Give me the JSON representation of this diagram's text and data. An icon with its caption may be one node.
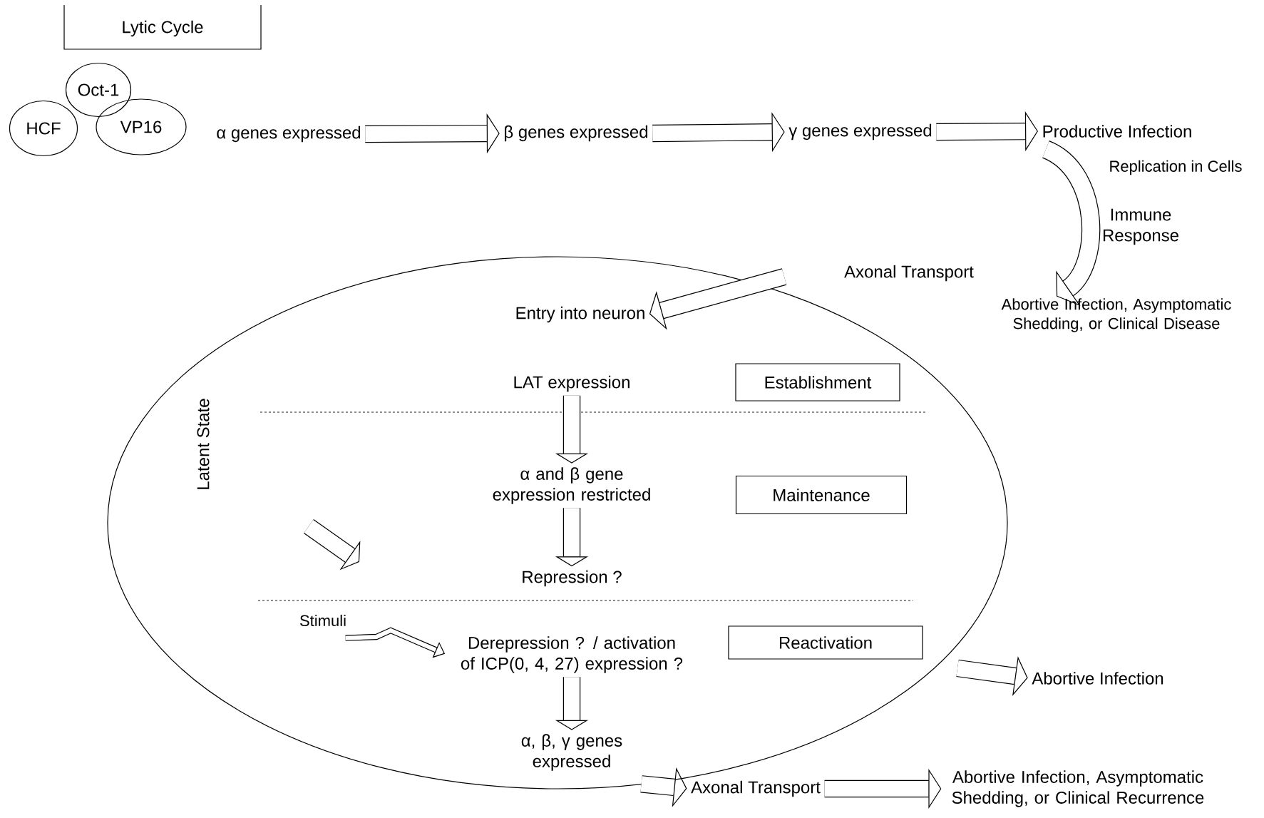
{
  "diagram": {
    "nodes": [
      {
        "text": [
          "Lytic Cycle"
        ]
      },
      {
        "text": [
          "Oct-1"
        ]
      },
      {
        "text": [
          "HCF"
        ]
      },
      {
        "text": [
          "VP16"
        ]
      },
      {
        "text": [
          "α genes expressed"
        ]
      },
      {
        "text": [
          "β genes expressed"
        ]
      },
      {
        "text": [
          "γ genes expressed"
        ]
      },
      {
        "text": [
          "Productive Infection"
        ]
      },
      {
        "text": [
          "Abortive Infection, Asymptomatic Shedding, or Clinical Disease"
        ]
      },
      {
        "text": [
          "Latent State"
        ]
      },
      {
        "text": [
          "Entry into neuron"
        ],
        "in": 9
      },
      {
        "text": [
          "LAT expression"
        ],
        "in": 9
      },
      {
        "text": [
          "Establishment"
        ],
        "in": 9
      },
      {
        "text": [
          "α and β gene expression restricted"
        ],
        "in": 9
      },
      {
        "text": [
          "Maintenance"
        ],
        "in": 9
      },
      {
        "text": [
          "Repression ?"
        ],
        "in": 9
      },
      {
        "text": [
          "Stimuli"
        ],
        "in": 9
      },
      {
        "text": [
          "Derepression ? / activation of ICP(0, 4, 27) expression ?"
        ],
        "in": 9
      },
      {
        "text": [
          "Reactivation"
        ],
        "in": 9
      },
      {
        "text": [
          "α, β, γ genes expressed"
        ],
        "in": 9
      },
      {
        "text": [
          "Abortive Infection"
        ]
      },
      {
        "text": [
          "Axonal Transport"
        ]
      },
      {
        "text": [
          "Abortive Infection, Asymptomatic Shedding, or Clinical Recurrence"
        ]
      }
    ],
    "edges": [
      {
        "from": 4,
        "to": 5,
        "arrow": "to"
      },
      {
        "from": 5,
        "to": 6,
        "arrow": "to"
      },
      {
        "from": 6,
        "to": 7,
        "arrow": "to"
      },
      {
        "from": 7,
        "to": 8,
        "arrow": "to"
      },
      {
        "from": null,
        "to": 10,
        "arrow": "to",
        "label": "Axonal Transport"
      },
      {
        "from": 11,
        "to": 13,
        "arrow": "to"
      },
      {
        "from": 13,
        "to": 15,
        "arrow": "to"
      },
      {
        "from": 16,
        "to": 17,
        "arrow": "to"
      },
      {
        "from": 17,
        "to": 19,
        "arrow": "to"
      },
      {
        "from": null,
        "to": 20,
        "arrow": "to"
      },
      {
        "from": 19,
        "to": 21,
        "arrow": "to"
      },
      {
        "from": 21,
        "to": 22,
        "arrow": "to"
      }
    ],
    "labels": [
      "Replication in Cells",
      "Immune Response"
    ]
  }
}
